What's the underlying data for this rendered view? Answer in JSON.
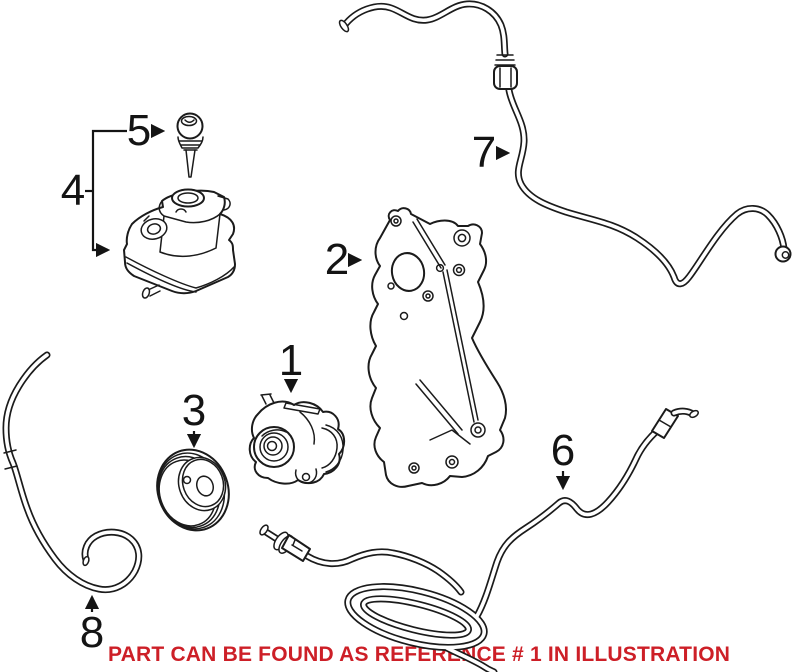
{
  "diagram": {
    "caption": "PART CAN BE FOUND AS REFERENCE # 1 IN ILLUSTRATION",
    "callouts": [
      {
        "label": "1"
      },
      {
        "label": "2"
      },
      {
        "label": "3"
      },
      {
        "label": "4"
      },
      {
        "label": "5"
      },
      {
        "label": "6"
      },
      {
        "label": "7"
      },
      {
        "label": "8"
      }
    ],
    "colors": {
      "line": "#1b1b1b",
      "caption": "#cd1f27",
      "background": "#ffffff"
    }
  }
}
